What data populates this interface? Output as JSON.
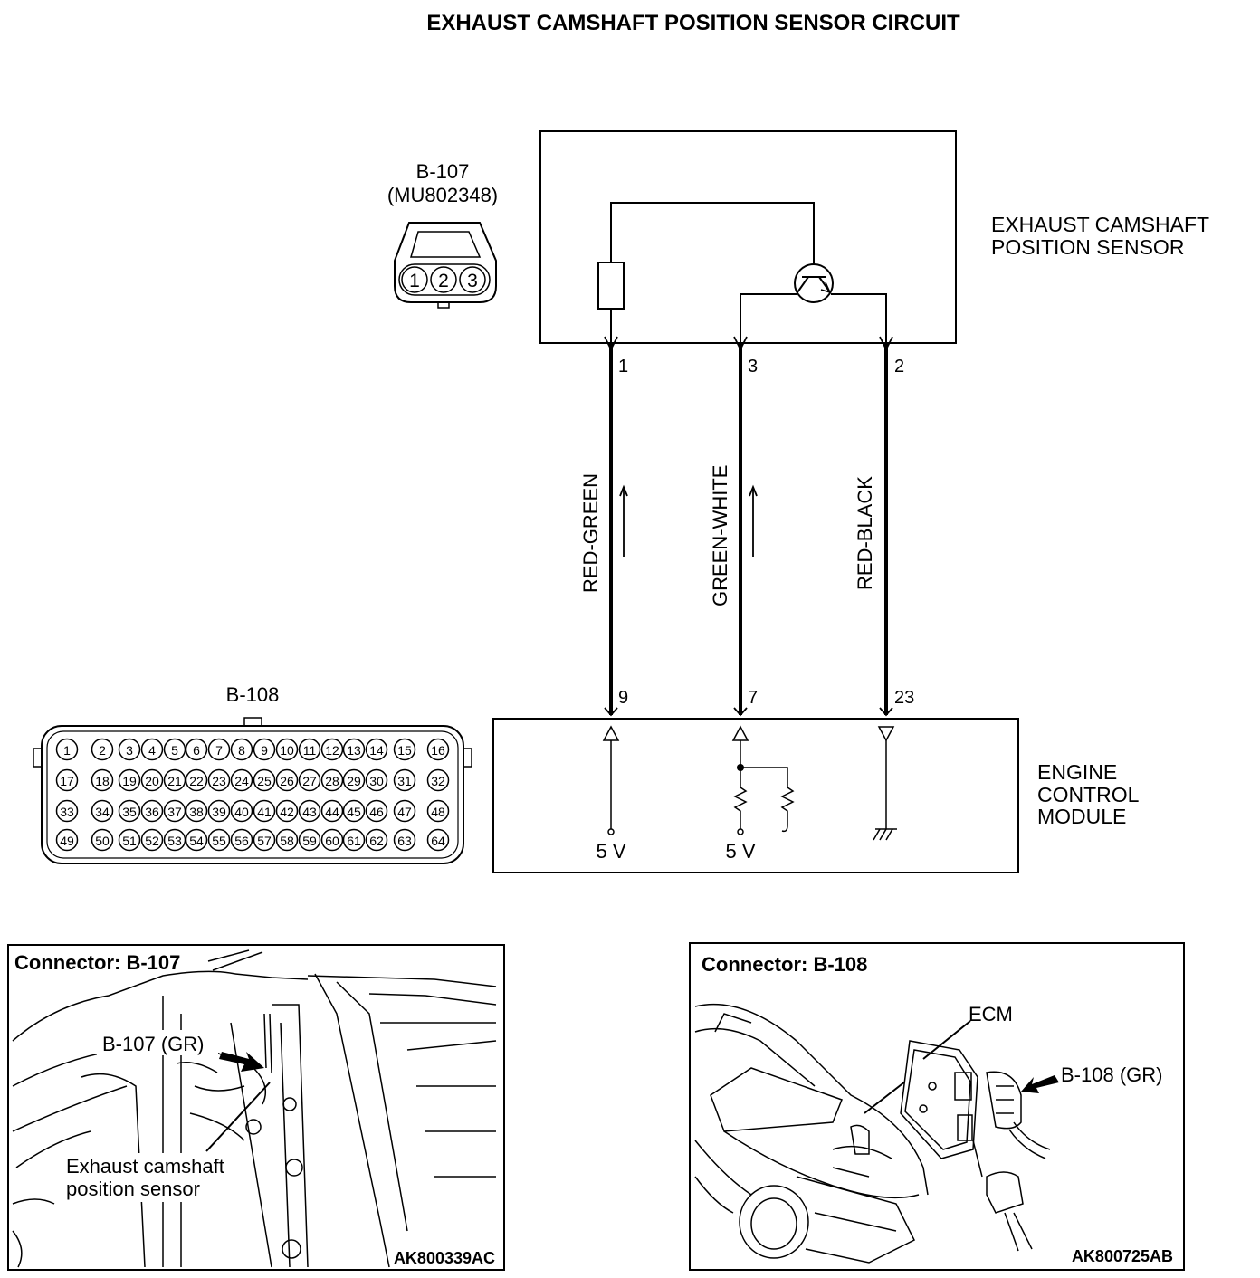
{
  "title": "EXHAUST CAMSHAFT POSITION SENSOR CIRCUIT",
  "b107": {
    "id": "B-107",
    "part": "(MU802348)",
    "pins": [
      "1",
      "2",
      "3"
    ]
  },
  "sensor": {
    "name_line1": "EXHAUST CAMSHAFT",
    "name_line2": "POSITION SENSOR",
    "pins": [
      "1",
      "3",
      "2"
    ]
  },
  "wires": [
    {
      "color": "RED-GREEN",
      "sensor_pin": "1",
      "ecm_pin": "9",
      "arrow": true
    },
    {
      "color": "GREEN-WHITE",
      "sensor_pin": "3",
      "ecm_pin": "7",
      "arrow": true
    },
    {
      "color": "RED-BLACK",
      "sensor_pin": "2",
      "ecm_pin": "23",
      "arrow": false
    }
  ],
  "ecm": {
    "name_line1": "ENGINE",
    "name_line2": "CONTROL",
    "name_line3": "MODULE",
    "supply1": "5 V",
    "supply2": "5 V"
  },
  "b108": {
    "id": "B-108",
    "rows": [
      [
        "1",
        "2",
        "3",
        "4",
        "5",
        "6",
        "7",
        "8",
        "9",
        "10",
        "11",
        "12",
        "13",
        "14",
        "15",
        "16"
      ],
      [
        "17",
        "18",
        "19",
        "20",
        "21",
        "22",
        "23",
        "24",
        "25",
        "26",
        "27",
        "28",
        "29",
        "30",
        "31",
        "32"
      ],
      [
        "33",
        "34",
        "35",
        "36",
        "37",
        "38",
        "39",
        "40",
        "41",
        "42",
        "43",
        "44",
        "45",
        "46",
        "47",
        "48"
      ],
      [
        "49",
        "50",
        "51",
        "52",
        "53",
        "54",
        "55",
        "56",
        "57",
        "58",
        "59",
        "60",
        "61",
        "62",
        "63",
        "64"
      ]
    ]
  },
  "panel_left": {
    "title": "Connector: B-107",
    "callout": "B-107 (GR)",
    "label_line1": "Exhaust camshaft",
    "label_line2": "position sensor",
    "code": "AK800339AC"
  },
  "panel_right": {
    "title": "Connector: B-108",
    "ecm_label": "ECM",
    "callout": "B-108 (GR)",
    "code": "AK800725AB"
  }
}
